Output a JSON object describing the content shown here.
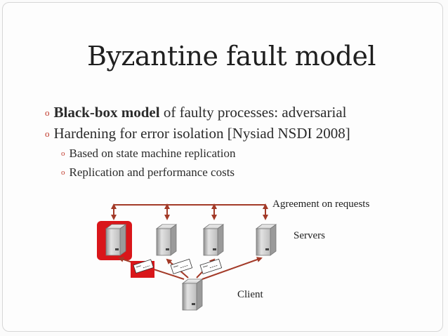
{
  "slide": {
    "title": "Byzantine fault model",
    "bullets": [
      {
        "bold": "Black-box model",
        "rest": " of faulty processes: adversarial"
      },
      {
        "text": "Hardening for error isolation [Nysiad NSDI 2008]"
      }
    ],
    "sub_bullets": [
      "Based on state machine replication",
      "Replication and performance costs"
    ],
    "bullet_marker": "o"
  },
  "diagram": {
    "agreement_label": "Agreement on requests",
    "servers_label": "Servers",
    "client_label": "Client",
    "server_count": 4,
    "faulty_server_index": 0,
    "arrow_color": "#a33a28",
    "faulty_color": "#d9161a"
  }
}
